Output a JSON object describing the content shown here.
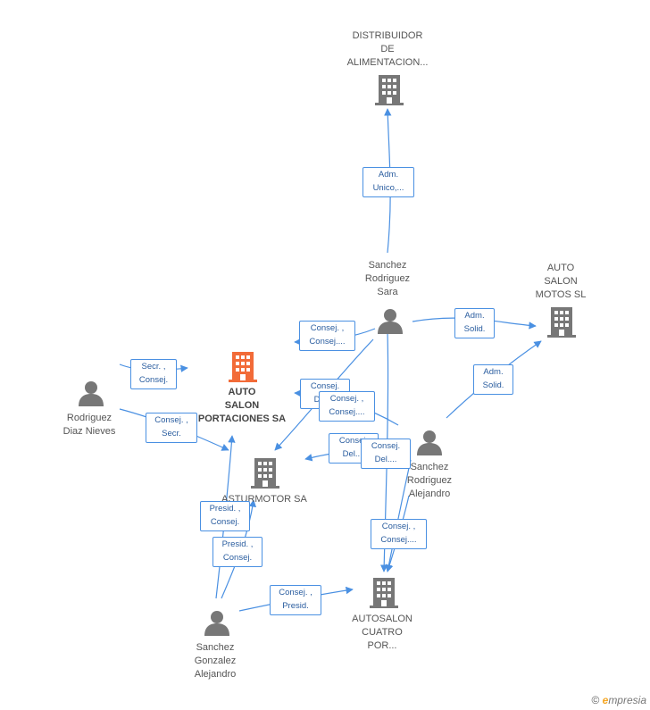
{
  "colors": {
    "edge": "#4a90e2",
    "node_icon": "#777777",
    "main_company": "#f26b38"
  },
  "companies": [
    {
      "id": "distribuidor",
      "label": "DISTRIBUIDOR\nDE\nALIMENTACION...",
      "main": false
    },
    {
      "id": "autosalon_motos",
      "label": "AUTO\nSALON\nMOTOS SL",
      "main": false
    },
    {
      "id": "auto_salon_import",
      "label": "AUTO\nSALON\nPORTACIONES SA",
      "main": true
    },
    {
      "id": "asturmotor",
      "label": "ASTURMOTOR SA",
      "main": false
    },
    {
      "id": "autosalon_cuatro",
      "label": "AUTOSALON\nCUATRO\nPOR...",
      "main": false
    }
  ],
  "persons": [
    {
      "id": "sara",
      "label": "Sanchez\nRodriguez\nSara"
    },
    {
      "id": "nieves",
      "label": "Rodriguez\nDiaz Nieves"
    },
    {
      "id": "alejandro_r",
      "label": "Sanchez\nRodriguez\nAlejandro"
    },
    {
      "id": "alejandro_g",
      "label": "Sanchez\nGonzalez\nAlejandro"
    }
  ],
  "edges": [
    {
      "id": "e1",
      "label": "Adm.\nUnico,..."
    },
    {
      "id": "e2",
      "label": "Adm.\nSolid."
    },
    {
      "id": "e3",
      "label": "Adm.\nSolid."
    },
    {
      "id": "e4",
      "label": "Consej. ,\nConsej...."
    },
    {
      "id": "e5",
      "label": "Consej.\nDel...."
    },
    {
      "id": "e6",
      "label": "Consej. ,\nConsej...."
    },
    {
      "id": "e7",
      "label": "Consej.\nDel...."
    },
    {
      "id": "e8",
      "label": "Consej.\nDel...."
    },
    {
      "id": "e9",
      "label": "Consej. ,\nConsej...."
    },
    {
      "id": "e10",
      "label": "Secr. ,\nConsej."
    },
    {
      "id": "e11",
      "label": "Consej. ,\nSecr."
    },
    {
      "id": "e12",
      "label": "Presid. ,\nConsej."
    },
    {
      "id": "e13",
      "label": "Presid. ,\nConsej."
    },
    {
      "id": "e14",
      "label": "Consej. ,\nPresid."
    }
  ],
  "footer": {
    "copyright": "©",
    "brand_e": "e",
    "brand_rest": "mpresia"
  }
}
